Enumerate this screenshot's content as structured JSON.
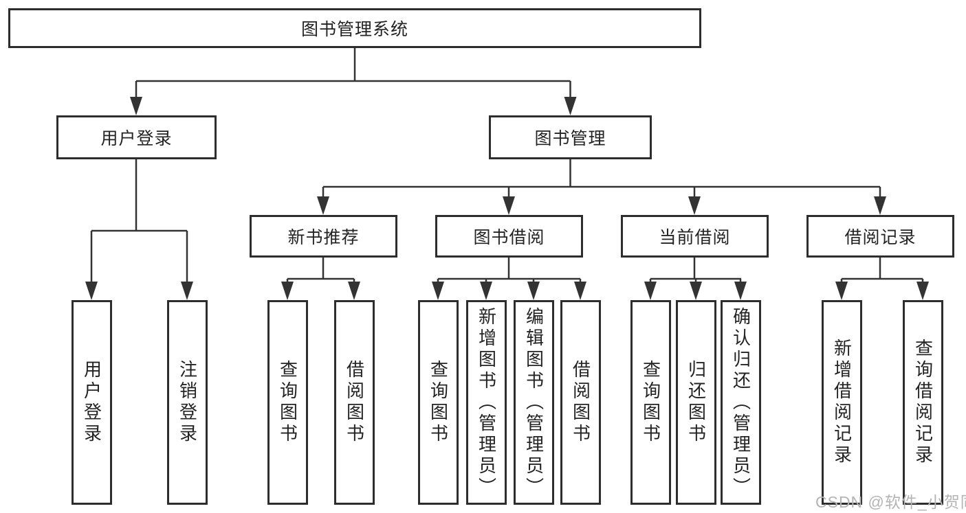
{
  "colors": {
    "line": "#333333",
    "box_border": "#2d2d2d",
    "text": "#232323",
    "watermark_gray": "#b4b4b4",
    "background": "#ffffff"
  },
  "diagram": {
    "root": "图书管理系统",
    "level2": [
      "用户登录",
      "图书管理"
    ],
    "level3": [
      "新书推荐",
      "图书借阅",
      "当前借阅",
      "借阅记录"
    ],
    "leaves": {
      "user_login": [
        "用户登录",
        "注销登录"
      ],
      "new_book_recommend": [
        "查询图书",
        "借阅图书"
      ],
      "book_borrow": [
        "查询图书",
        "新增图书（管理员）",
        "编辑图书（管理员）",
        "借阅图书"
      ],
      "current_borrow": [
        "查询图书",
        "归还图书",
        "确认归还（管理员）"
      ],
      "borrow_record": [
        "新增借阅记录",
        "查询借阅记录"
      ]
    }
  },
  "watermark": "CSDN @软件_小贺同学"
}
